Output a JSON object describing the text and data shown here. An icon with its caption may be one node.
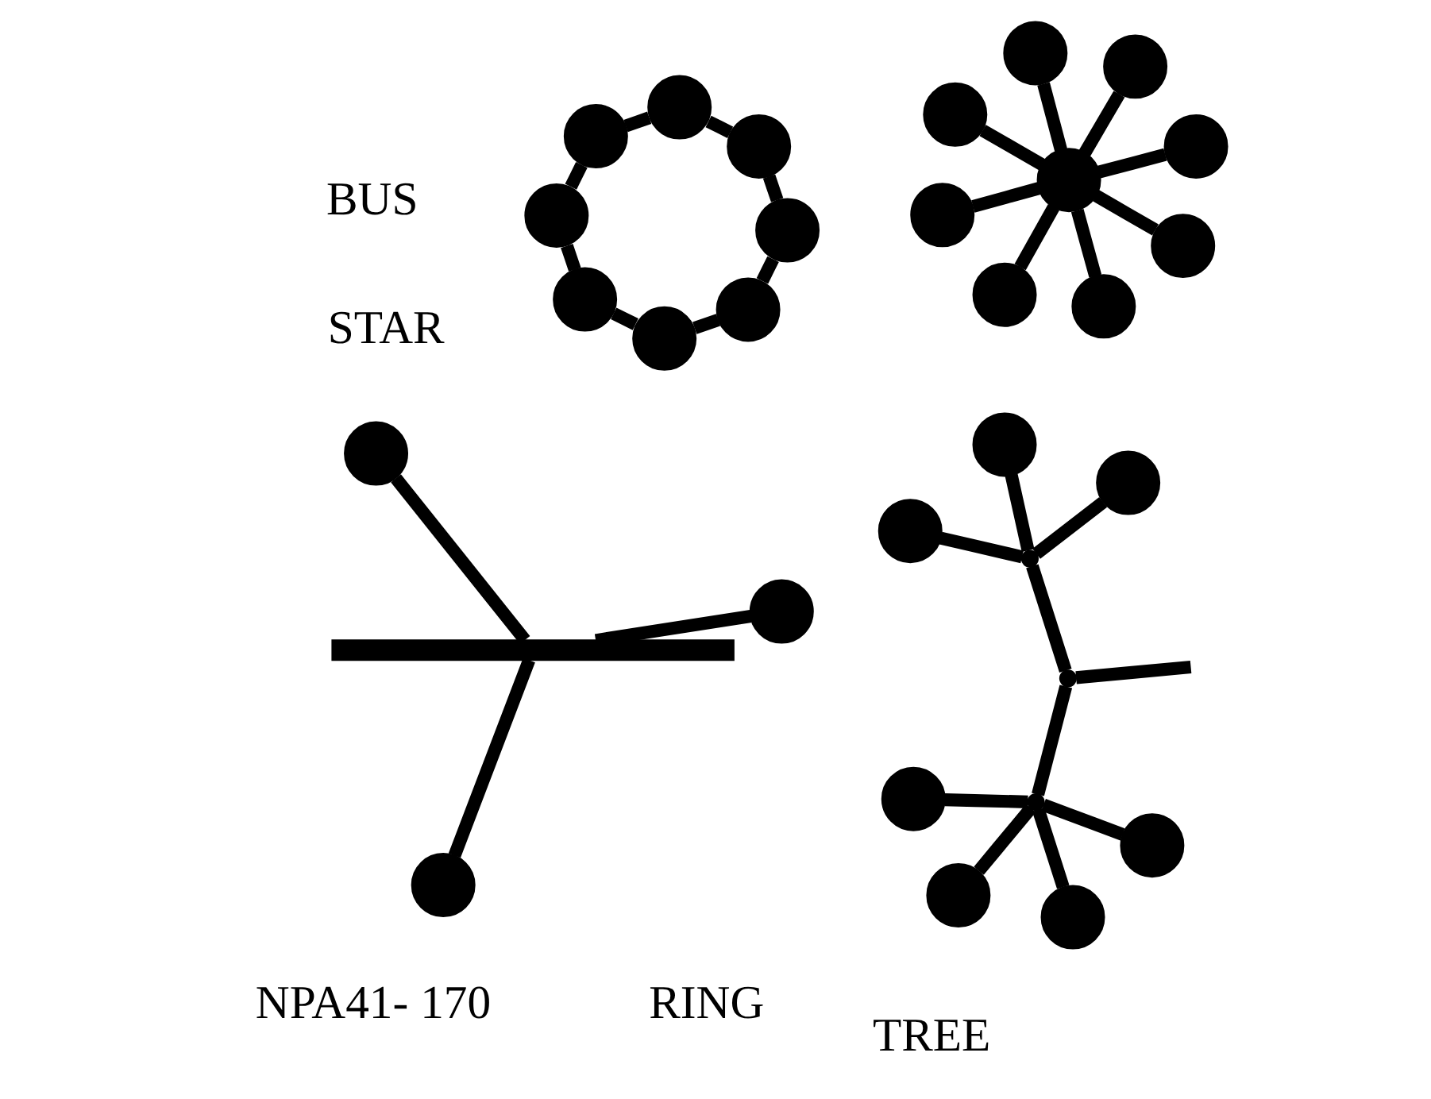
{
  "diagram": {
    "nodes": [
      {
        "text": [],
        "shape": "circle"
      },
      {
        "text": [],
        "shape": "circle"
      },
      {
        "text": [],
        "shape": "circle"
      },
      {
        "text": [],
        "shape": "circle"
      },
      {
        "text": [],
        "shape": "circle"
      },
      {
        "text": [],
        "shape": "circle"
      },
      {
        "text": [],
        "shape": "circle"
      },
      {
        "text": [],
        "shape": "circle"
      },
      {
        "text": [],
        "shape": "circle"
      },
      {
        "text": [],
        "shape": "circle"
      },
      {
        "text": [],
        "shape": "circle"
      },
      {
        "text": [],
        "shape": "circle"
      },
      {
        "text": [],
        "shape": "circle"
      },
      {
        "text": [],
        "shape": "circle"
      },
      {
        "text": [],
        "shape": "circle"
      },
      {
        "text": [],
        "shape": "circle"
      },
      {
        "text": [],
        "shape": "circle"
      },
      {
        "text": [],
        "shape": "bar"
      },
      {
        "text": [],
        "shape": "circle"
      },
      {
        "text": [],
        "shape": "circle"
      },
      {
        "text": [],
        "shape": "circle"
      },
      {
        "text": [],
        "shape": "point"
      },
      {
        "text": [],
        "shape": "point"
      },
      {
        "text": [],
        "shape": "point"
      },
      {
        "text": [],
        "shape": "circle"
      },
      {
        "text": [],
        "shape": "circle"
      },
      {
        "text": [],
        "shape": "circle"
      },
      {
        "text": [],
        "shape": "circle"
      },
      {
        "text": [],
        "shape": "circle"
      },
      {
        "text": [],
        "shape": "circle"
      },
      {
        "text": [],
        "shape": "circle"
      }
    ],
    "edges": [
      {
        "from": 0,
        "to": 1,
        "arrow": "none"
      },
      {
        "from": 1,
        "to": 2,
        "arrow": "none"
      },
      {
        "from": 2,
        "to": 3,
        "arrow": "none"
      },
      {
        "from": 3,
        "to": 4,
        "arrow": "none"
      },
      {
        "from": 4,
        "to": 5,
        "arrow": "none"
      },
      {
        "from": 5,
        "to": 6,
        "arrow": "none"
      },
      {
        "from": 6,
        "to": 7,
        "arrow": "none"
      },
      {
        "from": 7,
        "to": 0,
        "arrow": "none"
      },
      {
        "from": 8,
        "to": 9,
        "arrow": "none"
      },
      {
        "from": 8,
        "to": 10,
        "arrow": "none"
      },
      {
        "from": 8,
        "to": 11,
        "arrow": "none"
      },
      {
        "from": 8,
        "to": 12,
        "arrow": "none"
      },
      {
        "from": 8,
        "to": 13,
        "arrow": "none"
      },
      {
        "from": 8,
        "to": 14,
        "arrow": "none"
      },
      {
        "from": 8,
        "to": 15,
        "arrow": "none"
      },
      {
        "from": 8,
        "to": 16,
        "arrow": "none"
      },
      {
        "from": 17,
        "to": 18,
        "arrow": "none"
      },
      {
        "from": 17,
        "to": 19,
        "arrow": "none"
      },
      {
        "from": 17,
        "to": 20,
        "arrow": "none"
      },
      {
        "from": 21,
        "to": 22,
        "arrow": "none"
      },
      {
        "from": 21,
        "to": 23,
        "arrow": "none"
      },
      {
        "from": 22,
        "to": 24,
        "arrow": "none"
      },
      {
        "from": 22,
        "to": 25,
        "arrow": "none"
      },
      {
        "from": 22,
        "to": 26,
        "arrow": "none"
      },
      {
        "from": 23,
        "to": 27,
        "arrow": "none"
      },
      {
        "from": 23,
        "to": 28,
        "arrow": "none"
      },
      {
        "from": 23,
        "to": 29,
        "arrow": "none"
      },
      {
        "from": 23,
        "to": 30,
        "arrow": "none"
      },
      {
        "from": 21,
        "to": null,
        "arrow": "none"
      }
    ],
    "labels": [
      "STAR",
      "RING",
      "TREE",
      "BUS",
      "NPA41- 170"
    ]
  }
}
